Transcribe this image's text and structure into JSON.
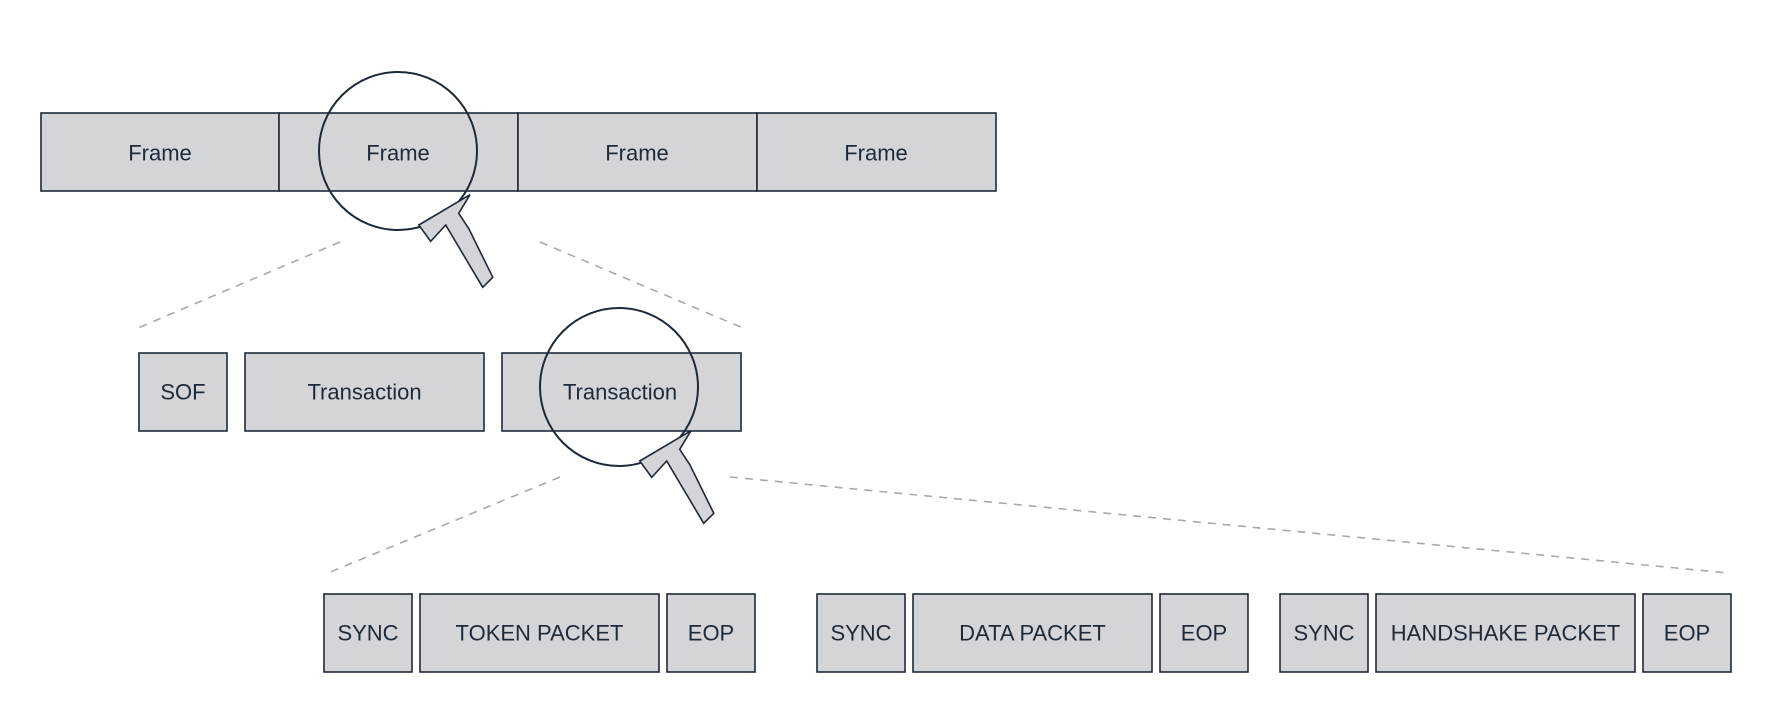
{
  "levels": [
    {
      "name": "frames",
      "items": [
        "Frame",
        "Frame",
        "Frame",
        "Frame"
      ]
    },
    {
      "name": "frame-contents",
      "items": [
        "SOF",
        "Transaction",
        "Transaction"
      ]
    },
    {
      "name": "transaction-contents",
      "groups": [
        {
          "name": "token",
          "items": [
            "SYNC",
            "TOKEN PACKET",
            "EOP"
          ]
        },
        {
          "name": "data",
          "items": [
            "SYNC",
            "DATA PACKET",
            "EOP"
          ]
        },
        {
          "name": "handshake",
          "items": [
            "SYNC",
            "HANDSHAKE PACKET",
            "EOP"
          ]
        }
      ]
    }
  ],
  "colors": {
    "box_fill": "#d3d5d9",
    "stroke": "#1e2a38",
    "dashed_line": "#a7a9ad"
  },
  "icons": [
    "magnifier-icon",
    "magnifier-icon"
  ]
}
